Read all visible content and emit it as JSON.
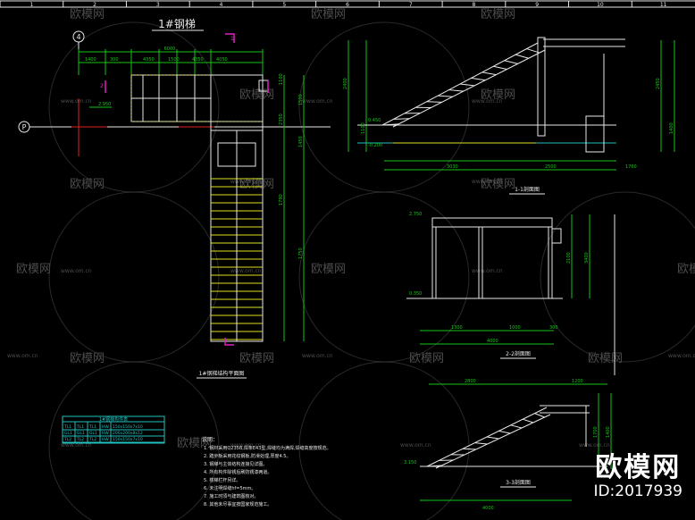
{
  "ruler": {
    "numbers": [
      "1",
      "2",
      "3",
      "4",
      "5",
      "6",
      "7",
      "8",
      "9",
      "10",
      "11"
    ]
  },
  "watermark": {
    "brand": "欧模网",
    "url": "www.om.cn"
  },
  "plan": {
    "title": "1#钢梯",
    "axis_4": "4",
    "axis_p": "P",
    "section_mark_left": "2",
    "section_mark_top": "1",
    "caption": "1#钢梯结构平面图",
    "dims_top": [
      "1400",
      "300",
      "4350",
      "1500",
      "4350",
      "4050"
    ],
    "dim_overall": "6000",
    "elev_left": "2.950",
    "dims_right": [
      "1100",
      "1500",
      "2350",
      "1450",
      "1790",
      "1750"
    ]
  },
  "section1": {
    "caption": "1-1剖面图",
    "dims_bottom": [
      "3030",
      "2500",
      "1760"
    ],
    "elev_left": [
      "0.450",
      "-0.200"
    ],
    "dims_left": [
      "2400",
      "1100"
    ],
    "dims_right": [
      "2450",
      "1400"
    ]
  },
  "section2": {
    "caption": "2-2剖面图",
    "elev": [
      "2.750",
      "0.350"
    ],
    "dims_bottom": [
      "1300",
      "1000",
      "300"
    ],
    "dim_overall": "4000",
    "dims_right": [
      "2100",
      "3400"
    ]
  },
  "section3": {
    "caption": "3-3剖面图",
    "dims_top": [
      "2800",
      "1200"
    ],
    "dims_right": [
      "1700",
      "1400"
    ],
    "elev_left": "3.150",
    "dim_bottom": "4000"
  },
  "table": {
    "title": "1#钢梯构件表",
    "rows": [
      [
        "TL1",
        "TL1",
        "TL1",
        "HW",
        "150x150x7x10"
      ],
      [
        "GL1",
        "GL1",
        "GL1",
        "HW",
        "200x200x8x12"
      ],
      [
        "TL2",
        "TL2",
        "TL2",
        "HW",
        "150x150x7x10"
      ]
    ]
  },
  "notes": {
    "heading": "说明：",
    "lines": [
      "1. 钢材采用Q235B,焊条E43型,焊缝均为满焊,焊缝高度按规范。",
      "2. 踏步板采用花纹钢板,防滑处理,厚度4.5。",
      "3. 钢梯与主体结构连接见详图。",
      "4. 所有构件除锈后刷防锈漆两道。",
      "5. 楼梯栏杆另详。",
      "6. 未注明焊缝hf=5mm。",
      "7. 施工时须与建筑图核对。",
      "8. 其他未尽事宜按国家规范施工。"
    ]
  },
  "logo": {
    "brand": "欧模网",
    "id": "ID:2017939"
  }
}
